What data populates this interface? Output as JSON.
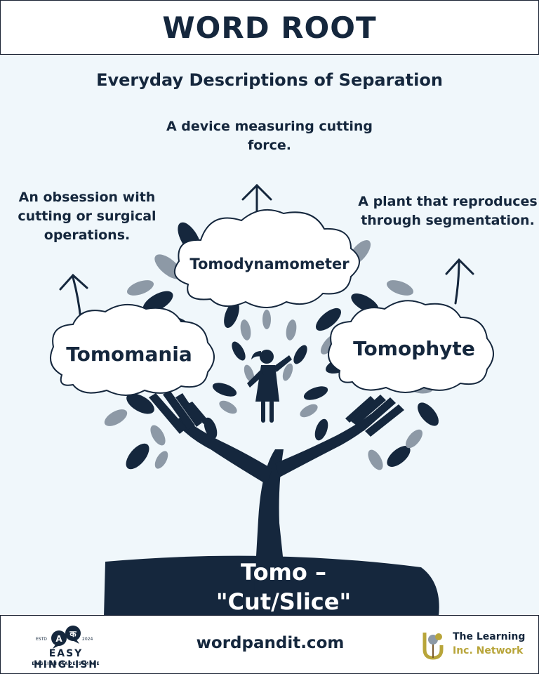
{
  "header": {
    "title": "WORD ROOT"
  },
  "subtitle": "Everyday Descriptions of Separation",
  "words": [
    {
      "word": "Tomodynamometer",
      "definition": "A device measuring cutting force."
    },
    {
      "word": "Tomomania",
      "definition": "An obsession with cutting or surgical operations."
    },
    {
      "word": "Tomophyte",
      "definition": "A plant that reproduces through segmentation."
    }
  ],
  "root": {
    "line1": "Tomo –",
    "line2": "\"Cut/Slice\""
  },
  "footer": {
    "left_brand": {
      "name": "EASY HINGLISH",
      "tagline": "ENGLISH MADE SIMPLE",
      "estd": "ESTD",
      "year": "2024",
      "glyph_a": "A",
      "glyph_ka": "क"
    },
    "site": "wordpandit.com",
    "right_brand": {
      "line1": "The Learning",
      "line2": "Inc. Network"
    }
  },
  "colors": {
    "navy": "#15273d",
    "background": "#f0f7fb",
    "leaf_gray": "#8d99a6",
    "gold": "#b8a53a"
  }
}
